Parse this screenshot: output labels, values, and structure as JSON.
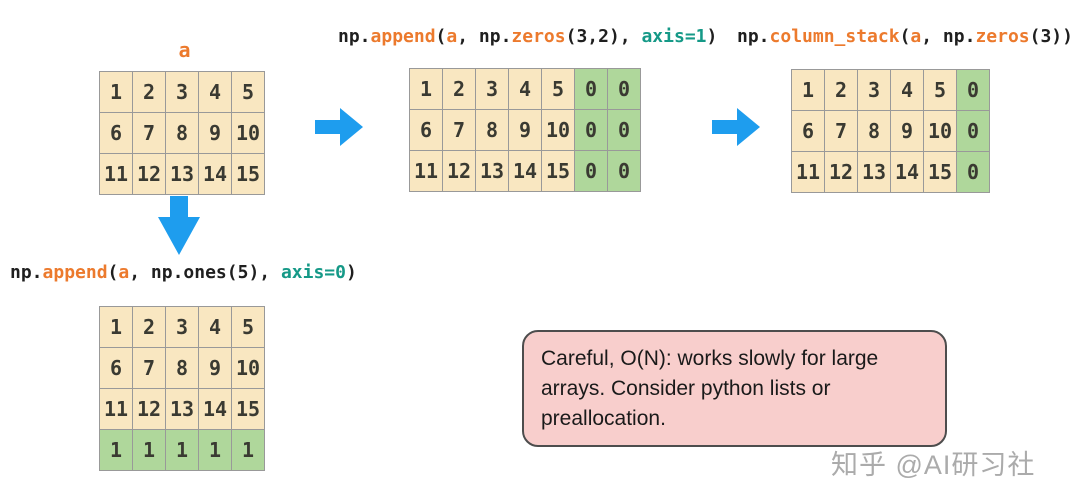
{
  "colors": {
    "tan_cell": "#F9E7C1",
    "green_cell": "#AFD79B",
    "grid_border": "#999999",
    "cell_text": "#3A3A32",
    "code_plain": "#1F1F1F",
    "code_orange": "#EC7A2D",
    "code_teal": "#159987",
    "arrow_blue": "#1E9DEE",
    "callout_bg": "#F8CECC",
    "callout_border": "#4D4D4D",
    "callout_text": "#1A1A1A",
    "watermark_gray": "#ABABAB"
  },
  "icons": {
    "right_arrow": "block-arrow-right",
    "down_arrow": "block-arrow-down"
  },
  "labels": {
    "matrix_a_label": "a"
  },
  "code_snippets": {
    "append_axis1": {
      "text": "np.append(a, np.zeros(3,2), axis=1)",
      "segments": [
        {
          "t": "np.",
          "c": "plain"
        },
        {
          "t": "append",
          "c": "orange"
        },
        {
          "t": "(",
          "c": "plain"
        },
        {
          "t": "a",
          "c": "orange"
        },
        {
          "t": ", np.",
          "c": "plain"
        },
        {
          "t": "zeros",
          "c": "orange"
        },
        {
          "t": "(3,2), ",
          "c": "plain"
        },
        {
          "t": "axis=1",
          "c": "teal"
        },
        {
          "t": ")",
          "c": "plain"
        }
      ]
    },
    "column_stack": {
      "text": "np.column_stack(a, np.zeros(3))",
      "segments": [
        {
          "t": "np.",
          "c": "plain"
        },
        {
          "t": "column_stack",
          "c": "orange"
        },
        {
          "t": "(",
          "c": "plain"
        },
        {
          "t": "a",
          "c": "orange"
        },
        {
          "t": ", np.",
          "c": "plain"
        },
        {
          "t": "zeros",
          "c": "orange"
        },
        {
          "t": "(3))",
          "c": "plain"
        }
      ]
    },
    "append_axis0": {
      "text": "np.append(a, np.ones(5), axis=0)",
      "segments": [
        {
          "t": "np.",
          "c": "plain"
        },
        {
          "t": "append",
          "c": "orange"
        },
        {
          "t": "(",
          "c": "plain"
        },
        {
          "t": "a",
          "c": "orange"
        },
        {
          "t": ", np.ones(5), ",
          "c": "plain"
        },
        {
          "t": "axis=0",
          "c": "teal"
        },
        {
          "t": ")",
          "c": "plain"
        }
      ]
    }
  },
  "matrices": {
    "a": {
      "rows": [
        [
          "1",
          "2",
          "3",
          "4",
          "5"
        ],
        [
          "6",
          "7",
          "8",
          "9",
          "10"
        ],
        [
          "11",
          "12",
          "13",
          "14",
          "15"
        ]
      ],
      "green_cols": [],
      "green_rows": []
    },
    "append_axis1_result": {
      "rows": [
        [
          "1",
          "2",
          "3",
          "4",
          "5",
          "0",
          "0"
        ],
        [
          "6",
          "7",
          "8",
          "9",
          "10",
          "0",
          "0"
        ],
        [
          "11",
          "12",
          "13",
          "14",
          "15",
          "0",
          "0"
        ]
      ],
      "green_cols": [
        5,
        6
      ],
      "green_rows": []
    },
    "column_stack_result": {
      "rows": [
        [
          "1",
          "2",
          "3",
          "4",
          "5",
          "0"
        ],
        [
          "6",
          "7",
          "8",
          "9",
          "10",
          "0"
        ],
        [
          "11",
          "12",
          "13",
          "14",
          "15",
          "0"
        ]
      ],
      "green_cols": [
        5
      ],
      "green_rows": []
    },
    "append_axis0_result": {
      "rows": [
        [
          "1",
          "2",
          "3",
          "4",
          "5"
        ],
        [
          "6",
          "7",
          "8",
          "9",
          "10"
        ],
        [
          "11",
          "12",
          "13",
          "14",
          "15"
        ],
        [
          "1",
          "1",
          "1",
          "1",
          "1"
        ]
      ],
      "green_cols": [],
      "green_rows": [
        3
      ]
    }
  },
  "callout": {
    "text": "Careful, O(N): works slowly for large arrays. Consider python lists or preallocation."
  },
  "watermark": {
    "text": "知乎 @AI研习社"
  }
}
